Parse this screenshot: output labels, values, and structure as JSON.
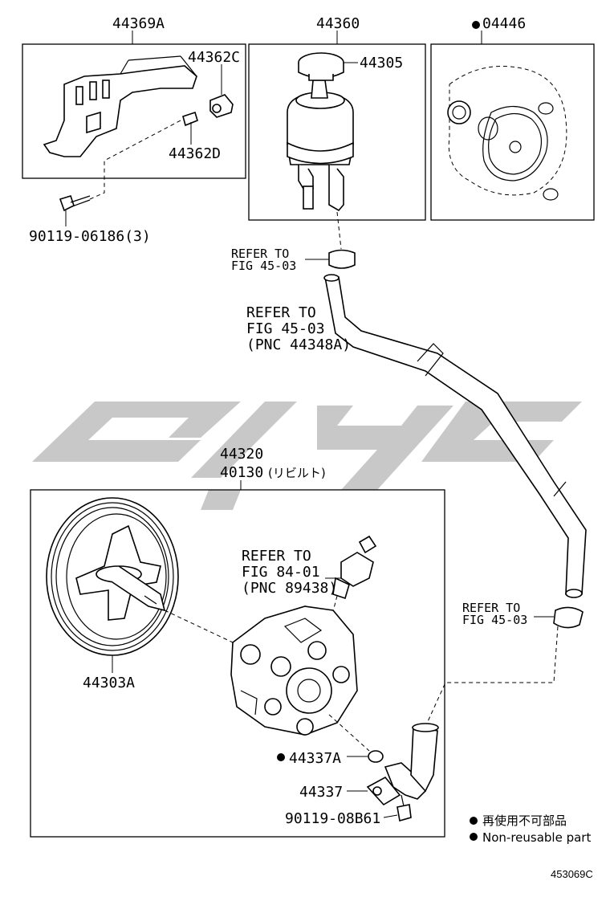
{
  "labels": {
    "bracket": "44369A",
    "reservoir": "44360",
    "gasket_kit": "04446",
    "cushion": "44362C",
    "collar": "44362D",
    "bolt_bracket": "90119-06186(3)",
    "cap": "44305",
    "refer_clamp_top_line1": "REFER TO",
    "refer_clamp_top_line2": "FIG 45-03",
    "refer_hose_line1": "REFER TO",
    "refer_hose_line2": "FIG 45-03",
    "refer_hose_line3": "(PNC 44348A)",
    "pump_assy": "44320",
    "pump_reman": "40130",
    "pump_reman_note": "(リビルト)",
    "refer_switch_line1": "REFER TO",
    "refer_switch_line2": "FIG 84-01",
    "refer_switch_line3": "(PNC 89438)",
    "pulley": "44303A",
    "refer_clamp_bottom_line1": "REFER TO",
    "refer_clamp_bottom_line2": "FIG 45-03",
    "oring": "44337A",
    "union": "44337",
    "bolt_union": "90119-08B61",
    "legend_jp": "再使用不可部品",
    "legend_en": "Non-reusable part",
    "figure_code": "453069C"
  },
  "colors": {
    "line": "#000000",
    "watermark": "#c8c8c8",
    "background": "#ffffff"
  }
}
